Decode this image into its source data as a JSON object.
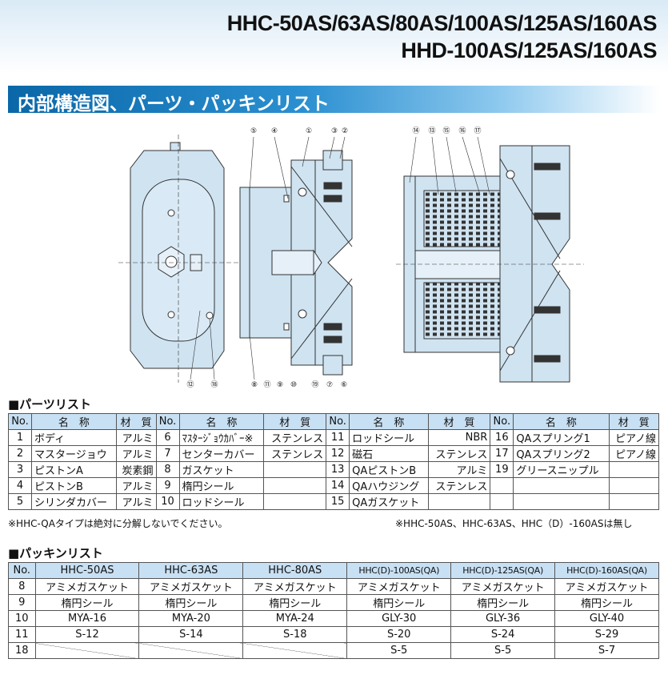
{
  "header": {
    "models_line1": "HHC-50AS/63AS/80AS/100AS/125AS/160AS",
    "models_line2": "HHD-100AS/125AS/160AS"
  },
  "section_title": "内部構造図、パーツ・パッキンリスト",
  "diagram_labels": {
    "left_top": [
      "⑤",
      "④",
      "①",
      "③",
      "②"
    ],
    "left_bottom_left": [
      "⑫",
      "⑱"
    ],
    "left_bottom_right": [
      "⑧",
      "⑪",
      "⑨",
      "⑩",
      "⑲",
      "⑦",
      "⑥"
    ],
    "right_top": [
      "⑭",
      "⑬",
      "⑮",
      "⑯",
      "⑰"
    ]
  },
  "parts_list": {
    "heading": "■パーツリスト",
    "headers": {
      "no": "No.",
      "name": "名　称",
      "material": "材　質"
    },
    "rows": [
      [
        {
          "no": "1",
          "name": "ボディ",
          "mat": "アルミ"
        },
        {
          "no": "6",
          "name": "ﾏｽﾀｰｼﾞｮｳｶﾊﾞｰ※",
          "mat": "ステンレス"
        },
        {
          "no": "11",
          "name": "ロッドシール",
          "mat": "NBR"
        },
        {
          "no": "16",
          "name": "QAスプリング1",
          "mat": "ピアノ線"
        }
      ],
      [
        {
          "no": "2",
          "name": "マスタージョウ",
          "mat": "アルミ"
        },
        {
          "no": "7",
          "name": "センターカバー",
          "mat": "ステンレス"
        },
        {
          "no": "12",
          "name": "磁石",
          "mat": "ステンレス"
        },
        {
          "no": "17",
          "name": "QAスプリング2",
          "mat": "ピアノ線"
        }
      ],
      [
        {
          "no": "3",
          "name": "ピストンA",
          "mat": "炭素鋼"
        },
        {
          "no": "8",
          "name": "ガスケット",
          "mat": ""
        },
        {
          "no": "13",
          "name": "QAピストンB",
          "mat": "アルミ"
        },
        {
          "no": "19",
          "name": "グリースニップル",
          "mat": ""
        }
      ],
      [
        {
          "no": "4",
          "name": "ピストンB",
          "mat": "アルミ"
        },
        {
          "no": "9",
          "name": "楕円シール",
          "mat": ""
        },
        {
          "no": "14",
          "name": "QAハウジング",
          "mat": "ステンレス"
        },
        {
          "no": "",
          "name": "",
          "mat": ""
        }
      ],
      [
        {
          "no": "5",
          "name": "シリンダカバー",
          "mat": "アルミ"
        },
        {
          "no": "10",
          "name": "ロッドシール",
          "mat": ""
        },
        {
          "no": "15",
          "name": "QAガスケット",
          "mat": ""
        },
        {
          "no": "",
          "name": "",
          "mat": ""
        }
      ]
    ],
    "note_left": "※HHC-QAタイプは絶対に分解しないでください。",
    "note_right": "※HHC-50AS、HHC-63AS、HHC（D）-160ASは無し"
  },
  "packing_list": {
    "heading": "■パッキンリスト",
    "headers": [
      "No.",
      "HHC-50AS",
      "HHC-63AS",
      "HHC-80AS",
      "HHC(D)-100AS(QA)",
      "HHC(D)-125AS(QA)",
      "HHC(D)-160AS(QA)"
    ],
    "rows": [
      [
        "8",
        "アミメガスケット",
        "アミメガスケット",
        "アミメガスケット",
        "アミメガスケット",
        "アミメガスケット",
        "アミメガスケット"
      ],
      [
        "9",
        "楕円シール",
        "楕円シール",
        "楕円シール",
        "楕円シール",
        "楕円シール",
        "楕円シール"
      ],
      [
        "10",
        "MYA-16",
        "MYA-20",
        "MYA-24",
        "GLY-30",
        "GLY-36",
        "GLY-40"
      ],
      [
        "11",
        "S-12",
        "S-14",
        "S-18",
        "S-20",
        "S-24",
        "S-29"
      ],
      [
        "18",
        "",
        "",
        "",
        "S-5",
        "S-5",
        "S-7"
      ]
    ]
  },
  "colors": {
    "accent": "#0a67a8",
    "part_fill": "#cfe3f1",
    "header_fill": "#c8e0f3"
  }
}
